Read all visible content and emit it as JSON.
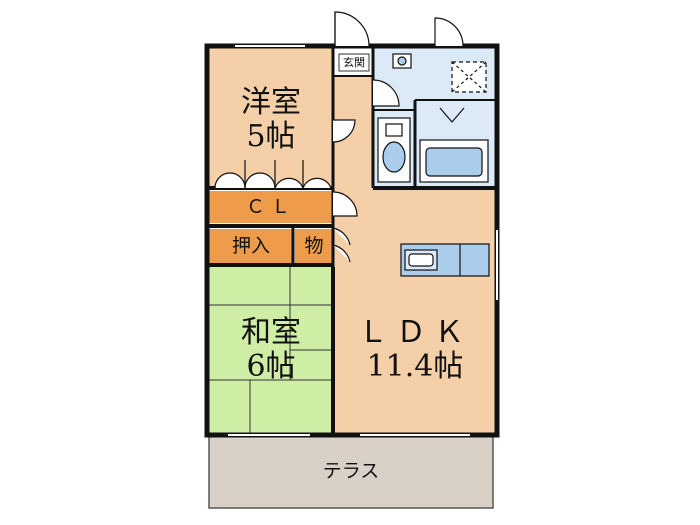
{
  "rooms": {
    "western_room": {
      "name": "洋室",
      "size": "5帖",
      "color": "#f4cfa8"
    },
    "closet": {
      "name": "ＣＬ",
      "color": "#ef9c4a"
    },
    "oshiire": {
      "name": "押入",
      "color": "#ef9c4a"
    },
    "storage": {
      "name": "物",
      "color": "#ef9c4a"
    },
    "japanese_room": {
      "name": "和室",
      "size": "6帖",
      "color": "#cdeea4"
    },
    "ldk": {
      "name": "ＬＤＫ",
      "size": "11.4帖",
      "color": "#f4cfa8"
    },
    "entrance": {
      "name": "玄関"
    },
    "terrace": {
      "name": "テラス",
      "color": "#d9d1c8"
    }
  },
  "colors": {
    "wall": "#111111",
    "wet_area": "#dce9f6",
    "hall": "#f4cfa8",
    "fixture_blue": "#a9cdea"
  }
}
